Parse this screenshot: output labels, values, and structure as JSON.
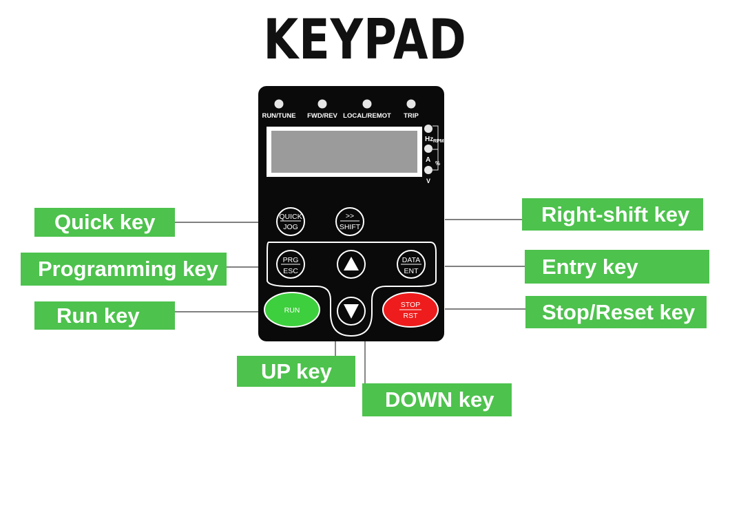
{
  "title": "KEYPAD",
  "indicators": [
    "RUN/TUNE",
    "FWD/REV",
    "LOCAL/REMOT",
    "TRIP"
  ],
  "units": {
    "hz": "Hz",
    "rpm": "RPM",
    "a": "A",
    "percent": "%",
    "v": "V"
  },
  "keys": {
    "quick_top": "QUICK",
    "quick_bottom": "JOG",
    "shift_top": ">>",
    "shift_bottom": "SHIFT",
    "prg_top": "PRG",
    "prg_bottom": "ESC",
    "data_top": "DATA",
    "data_bottom": "ENT",
    "run": "RUN",
    "stop_top": "STOP",
    "stop_bottom": "RST"
  },
  "callouts": {
    "quick": "Quick key",
    "programming": "Programming key",
    "run": "Run key",
    "up": "UP key",
    "down": "DOWN key",
    "right_shift": "Right-shift key",
    "entry": "Entry key",
    "stop_reset": "Stop/Reset key"
  },
  "colors": {
    "callout_green": "#4dc24d",
    "panel": "#0a0a0a",
    "display": "#9b9b9b",
    "run_key": "#3ecf3e",
    "stop_key": "#ee1c1c"
  }
}
